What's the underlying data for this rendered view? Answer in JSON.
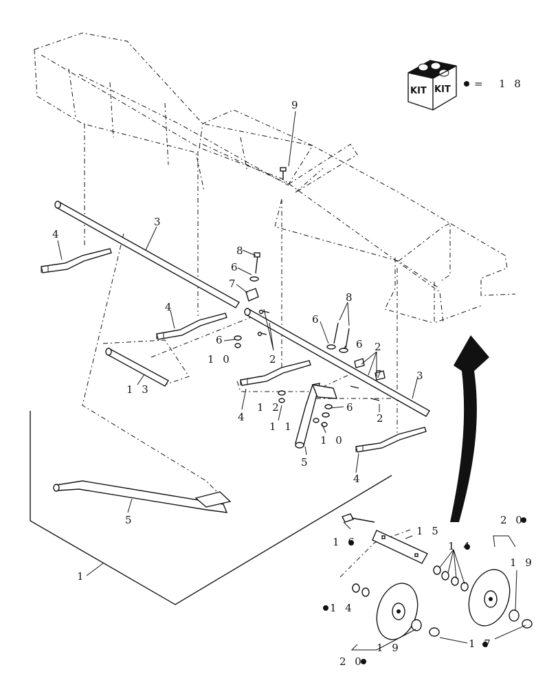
{
  "kit": {
    "box_label_left": "KIT",
    "box_label_right": "KIT",
    "legend_equals": "=",
    "legend_number": "1 8"
  },
  "callouts": {
    "c1": "1",
    "c2a": "2",
    "c2b": "2",
    "c2c": "2",
    "c3a": "3",
    "c3b": "3",
    "c4a": "4",
    "c4b": "4",
    "c4c": "4",
    "c4d": "4",
    "c5a": "5",
    "c5b": "5",
    "c6a": "6",
    "c6b": "6",
    "c6c": "6",
    "c6d": "6",
    "c6e": "6",
    "c7a": "7",
    "c7b": "7",
    "c8a": "8",
    "c8b": "8",
    "c9": "9",
    "c10a": "1 0",
    "c10b": "1 0",
    "c11": "1 1",
    "c12": "1 2",
    "c13": "1 3",
    "c14a": "1 4",
    "c14b": "1 4",
    "c15": "1 5",
    "c16": "1 6",
    "c17": "1 7",
    "c19a": "1 9",
    "c19b": "1 9",
    "c20a": "2 0",
    "c20b": "2 0"
  }
}
